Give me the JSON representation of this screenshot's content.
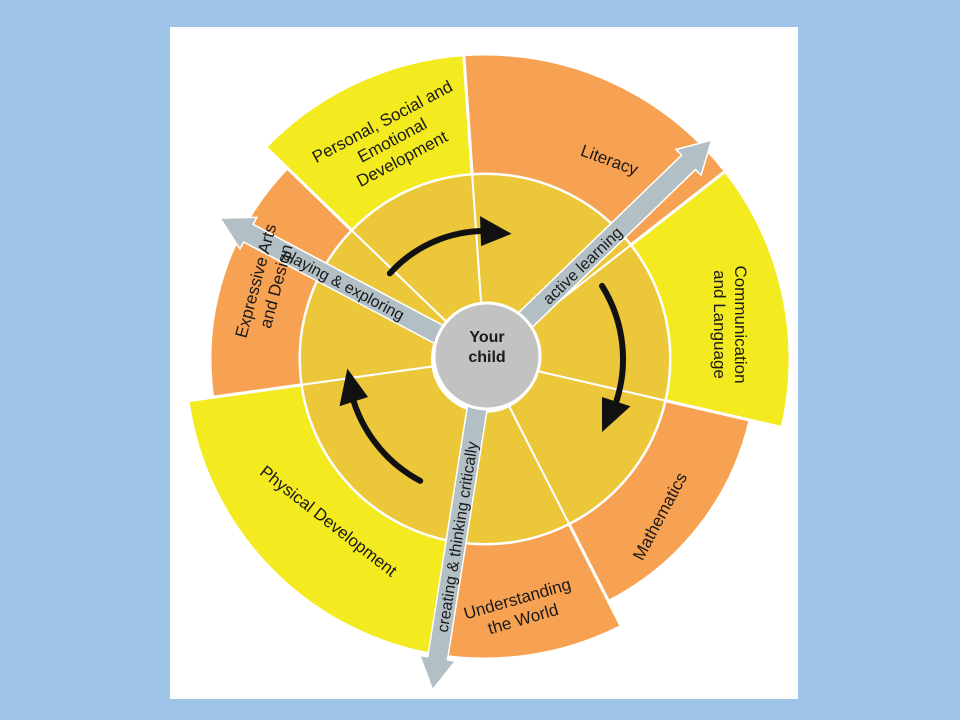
{
  "diagram": {
    "center_label": [
      "Your",
      "child"
    ],
    "segments": [
      {
        "key": "literacy",
        "name": "literacy-segment",
        "label": [
          "Literacy"
        ],
        "color": "#f7a152"
      },
      {
        "key": "communication",
        "name": "communication-segment",
        "label": [
          "Communication",
          "and Language"
        ],
        "color": "#f3ea20"
      },
      {
        "key": "mathematics",
        "name": "mathematics-segment",
        "label": [
          "Mathematics"
        ],
        "color": "#f7a152"
      },
      {
        "key": "understanding",
        "name": "understanding-segment",
        "label": [
          "Understanding",
          "the World"
        ],
        "color": "#f7a152"
      },
      {
        "key": "physical",
        "name": "physical-segment",
        "label": [
          "Physical Development"
        ],
        "color": "#f3ea20"
      },
      {
        "key": "expressive",
        "name": "expressive-segment",
        "label": [
          "Expressive Arts",
          "and Design"
        ],
        "color": "#f7a152"
      },
      {
        "key": "psed",
        "name": "psed-segment",
        "label": [
          "Personal, Social and",
          "Emotional",
          "Development"
        ],
        "color": "#f3ea20"
      }
    ],
    "characteristics": [
      {
        "key": "active",
        "name": "active-learning-arrow",
        "label": "active learning"
      },
      {
        "key": "playing",
        "name": "playing-exploring-arrow",
        "label": "playing & exploring"
      },
      {
        "key": "creating",
        "name": "creating-thinking-arrow",
        "label": "creating & thinking critically"
      }
    ],
    "colors": {
      "orange": "#f7a152",
      "yellow": "#f3ea20",
      "inner_ring": "#ecc73a",
      "center": "#c2c2c2",
      "arrow": "#b2c0c5",
      "background": "#9dc3e6"
    }
  }
}
